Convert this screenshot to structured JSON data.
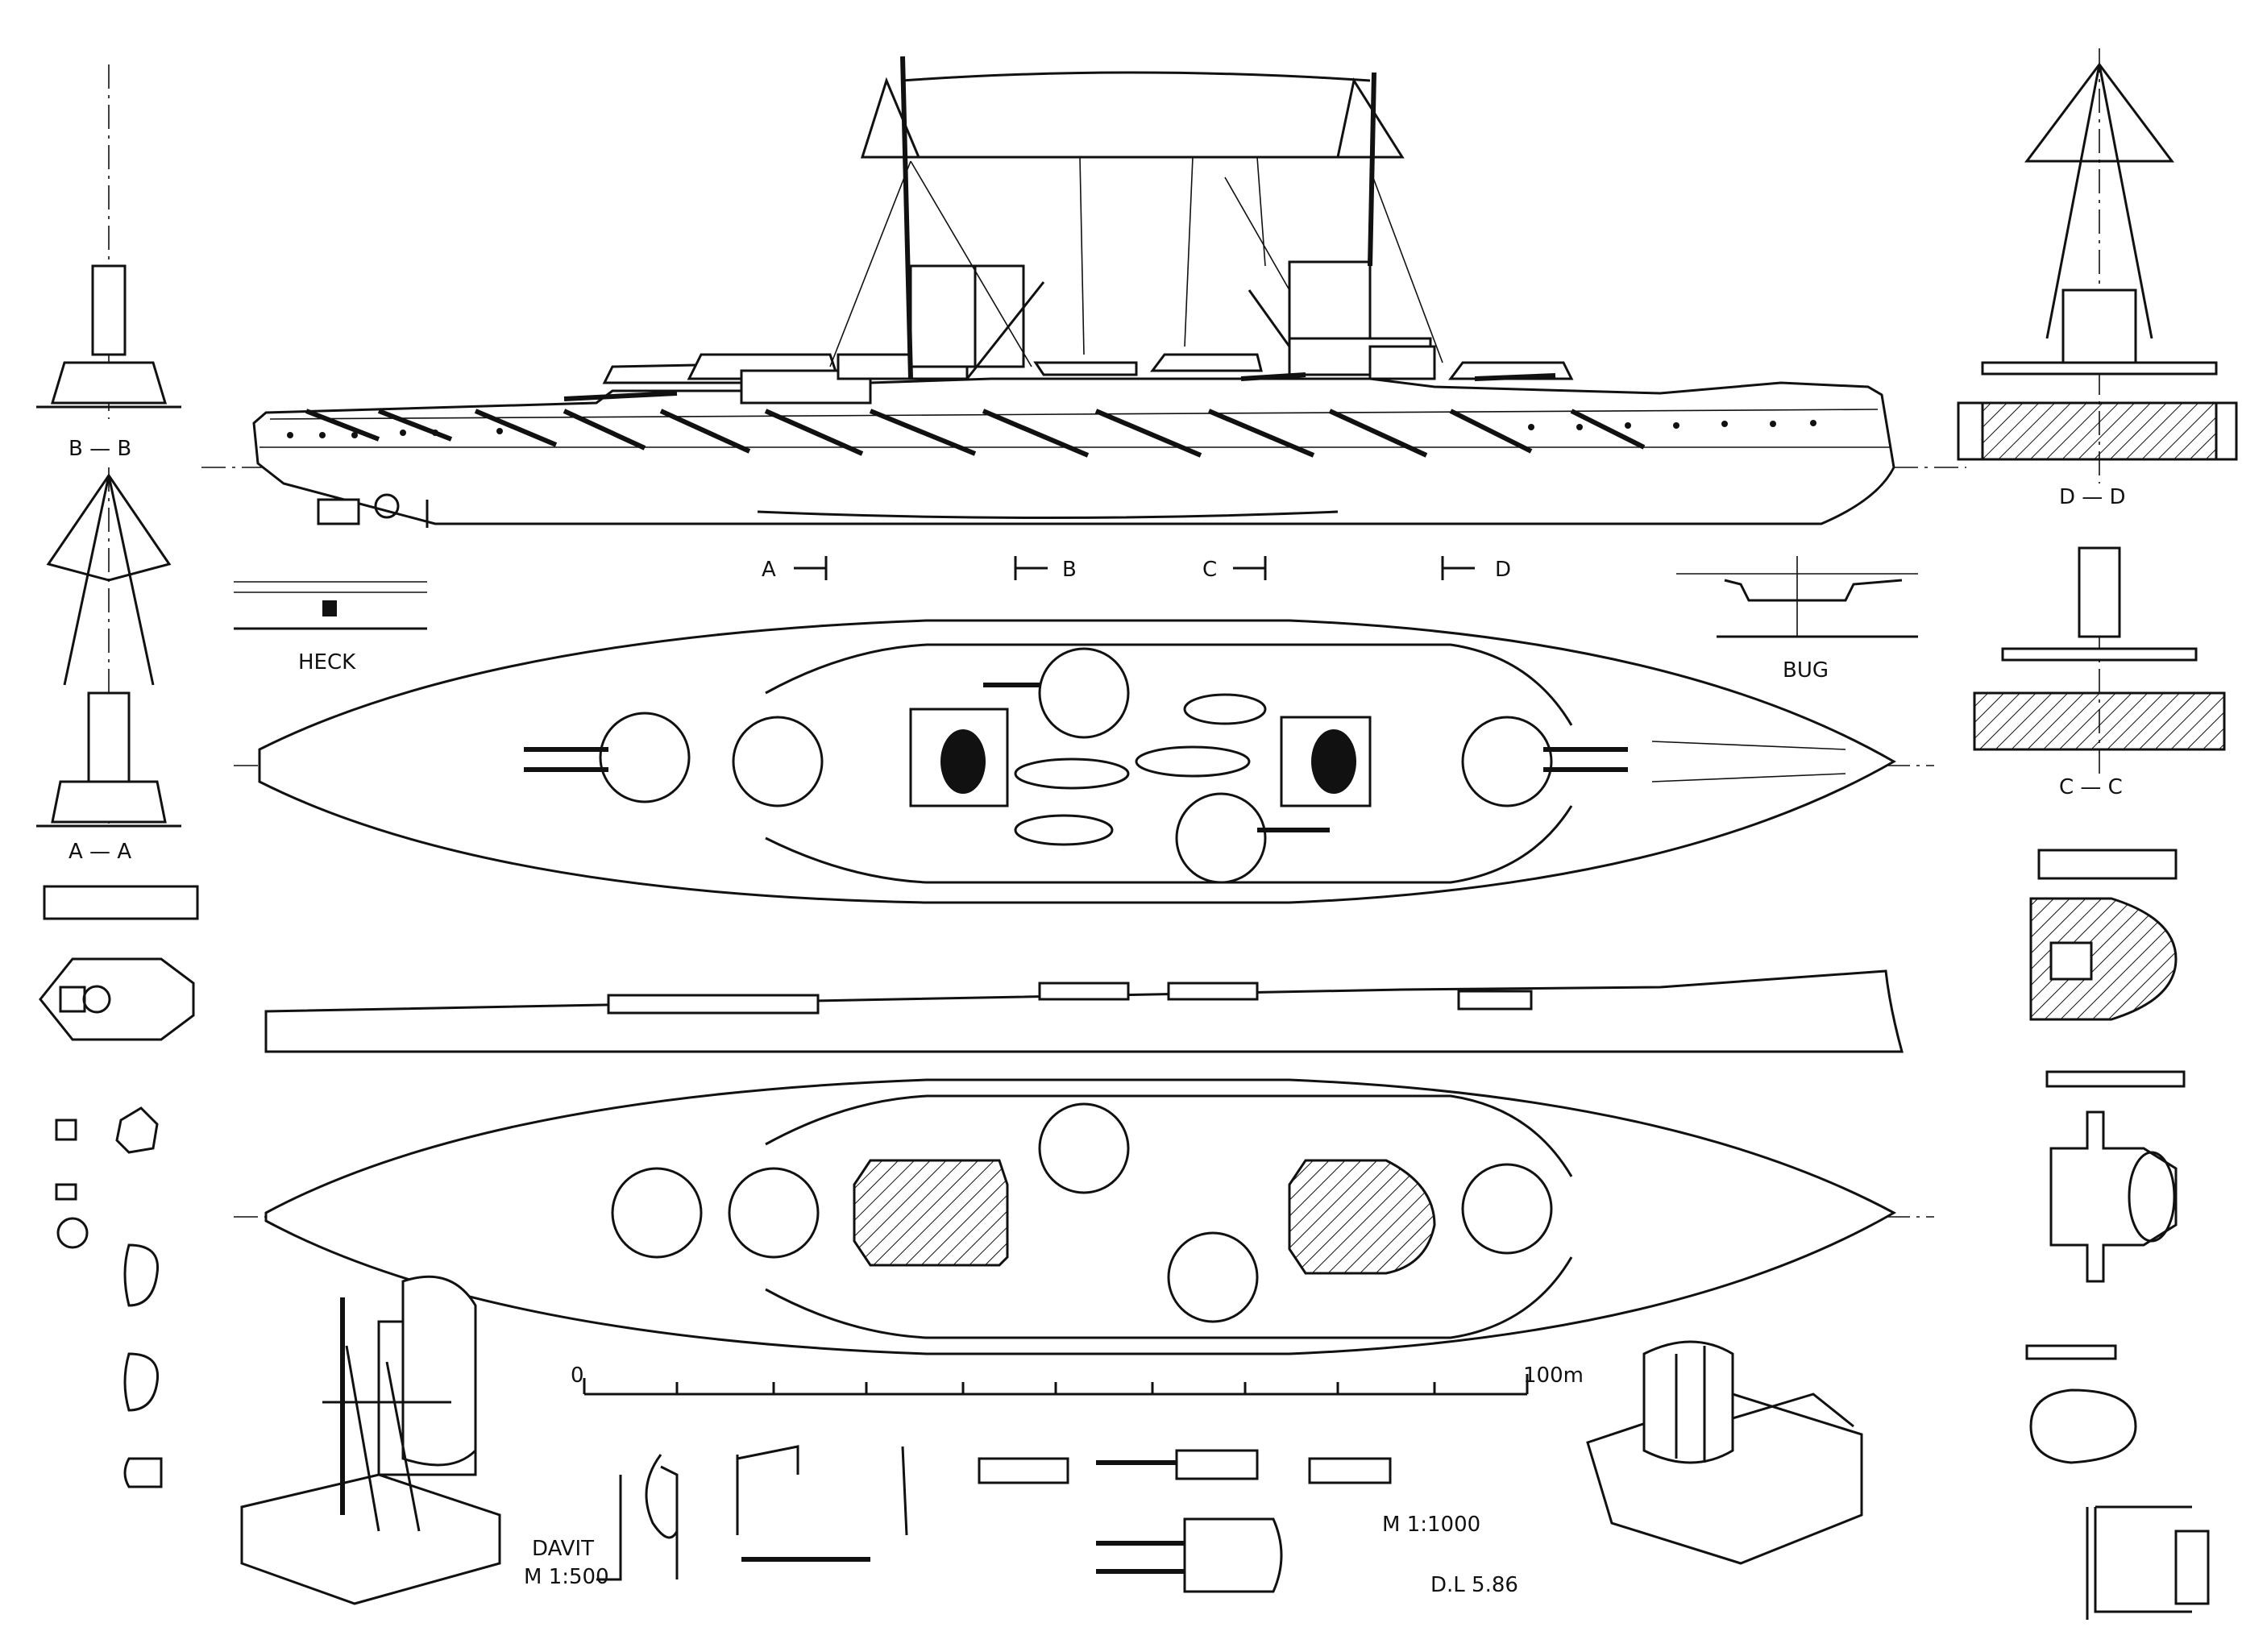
{
  "labels": {
    "section_bb": "B — B",
    "section_aa": "A — A",
    "section_dd": "D — D",
    "section_cc": "C — C",
    "cut_a": "A",
    "cut_b": "B",
    "cut_c": "C",
    "cut_d": "D",
    "stern": "HECK",
    "bow": "BUG",
    "scale_zero": "0",
    "scale_end": "100m",
    "davit_title": "DAVIT",
    "davit_scale": "M 1:500",
    "main_scale": "M 1:1000",
    "signature": "D.L  5.86"
  }
}
